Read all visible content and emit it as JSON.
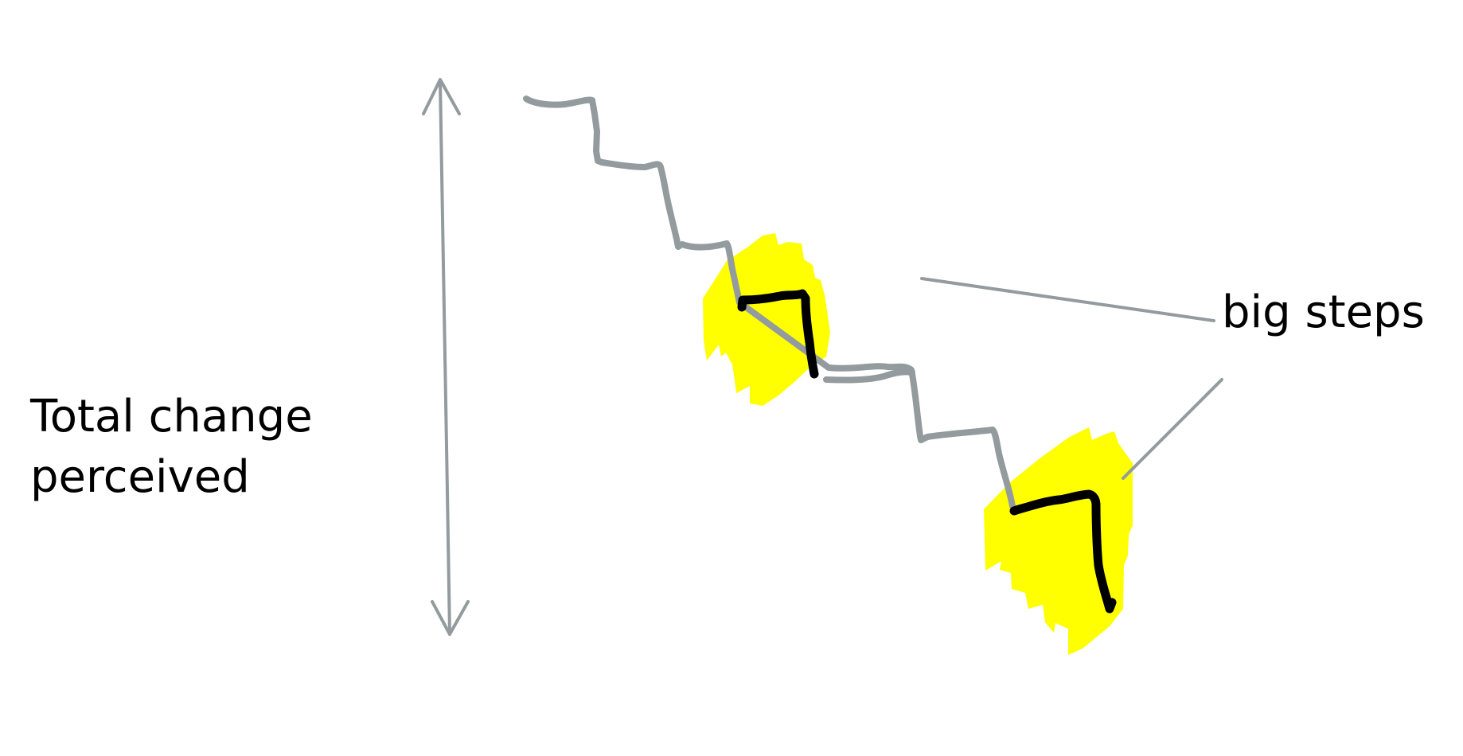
{
  "labels": {
    "total_change_line1": "Total change",
    "total_change_line2": "perceived",
    "big_steps": "big steps"
  },
  "colors": {
    "background": "#ffffff",
    "staircase": "#939b9e",
    "highlight": "#ffff00",
    "big_step_stroke": "#000000",
    "arrow": "#939b9e",
    "callout": "#939b9e",
    "text": "#000000"
  },
  "icons": {
    "arrow": "double-headed-vertical-arrow",
    "highlight": "yellow-highlighter-scribble"
  }
}
